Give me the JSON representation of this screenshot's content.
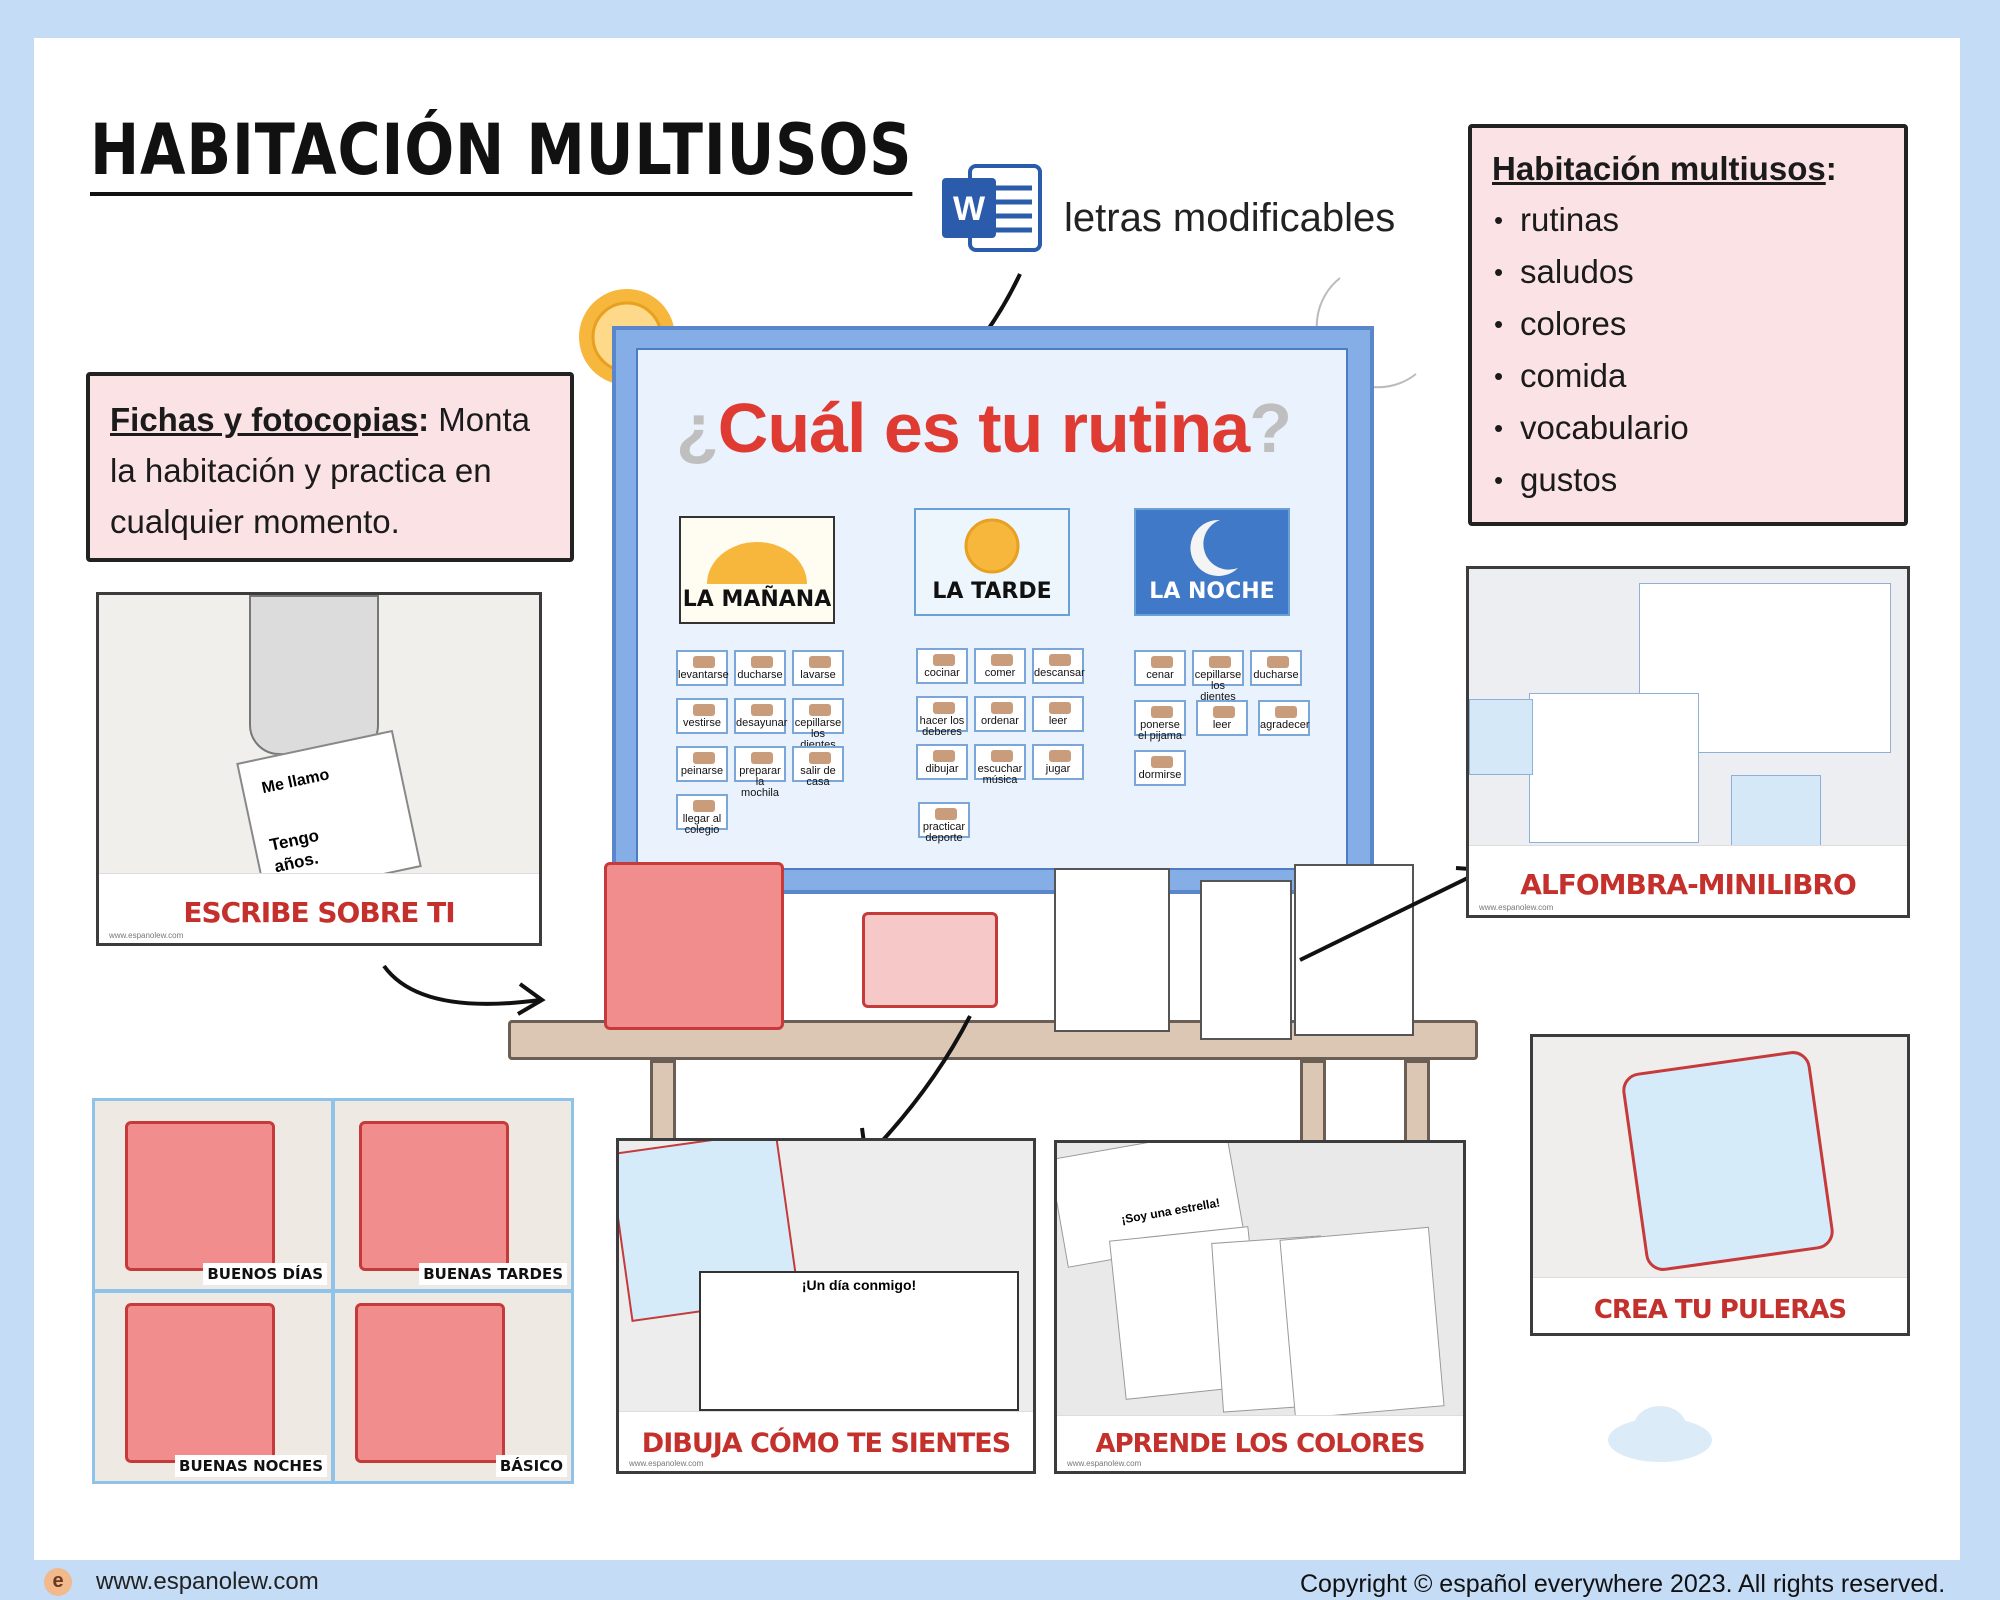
{
  "title": "HABITACIÓN MULTIUSOS",
  "word_badge": {
    "label": "letras modificables",
    "icon": "word-document-icon",
    "icon_letter": "W"
  },
  "fichas": {
    "heading": "Fichas y fotocopias",
    "colon": ":",
    "text": " Monta la habitación y practica en cualquier momento."
  },
  "habitacion": {
    "heading": "Habitación multiusos",
    "colon": ":",
    "items": [
      "rutinas",
      "saludos",
      "colores",
      "comida",
      "vocabulario",
      "gustos"
    ]
  },
  "board": {
    "title_open": "¿",
    "title_main": "Cuál es tu rutina",
    "title_close": "?",
    "panels": [
      "LA MAÑANA",
      "LA TARDE",
      "LA NOCHE"
    ],
    "manana_cards": [
      "levantarse",
      "ducharse",
      "lavarse",
      "vestirse",
      "desayunar",
      "cepillarse los dientes",
      "peinarse",
      "preparar la mochila",
      "salir de casa",
      "llegar al colegio"
    ],
    "tarde_cards": [
      "cocinar",
      "comer",
      "descansar",
      "hacer los deberes",
      "ordenar",
      "leer",
      "dibujar",
      "escuchar música",
      "jugar",
      "practicar deporte"
    ],
    "noche_cards": [
      "cenar",
      "cepillarse los dientes",
      "ducharse",
      "ponerse el pijama",
      "leer",
      "agradecer",
      "dormirse"
    ]
  },
  "photos": {
    "escribe": "ESCRIBE SOBRE TI",
    "escribe_text1": "Me llamo",
    "escribe_text2": "Tengo",
    "escribe_text3": "años.",
    "alfombra": "ALFOMBRA-MINILIBRO",
    "pulera": "CREA TU PULERAS",
    "dibuja": "DIBUJA CÓMO TE SIENTES",
    "dibuja_heading": "¡Un día conmigo!",
    "colores": "APRENDE LOS COLORES",
    "colores_text": "¡Soy una estrella!"
  },
  "grid_labels": [
    "BUENOS DÍAS",
    "BUENAS TARDES",
    "BUENAS NOCHES",
    "BÁSICO"
  ],
  "small_url": "www.espanolew.com",
  "footer": {
    "url": "www.espanolew.com",
    "copyright": "Copyright © español everywhere 2023. All rights reserved.",
    "logo_letter": "e"
  },
  "colors": {
    "accent_red": "#e03b32",
    "board_blue": "#86aee6",
    "box_pink": "#fbe3e5",
    "page_border": "#c5dcf6"
  }
}
